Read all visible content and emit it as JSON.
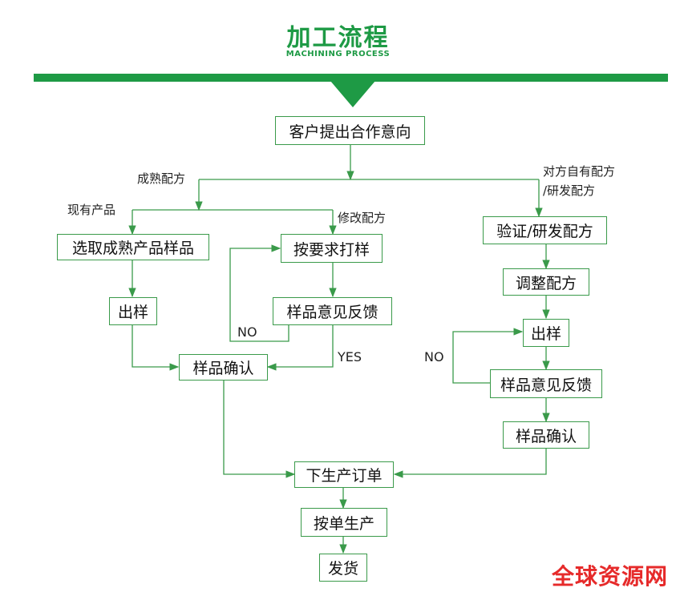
{
  "header": {
    "title": "加工流程",
    "subtitle": "MACHINING PROCESS"
  },
  "nodes": {
    "client_intent": "客户提出合作意向",
    "select_product": "选取成熟产品样品",
    "sample_as_required": "按要求打样",
    "verify_develop": "验证/研发配方",
    "left_sample": "出样",
    "feedback_mid": "样品意见反馈",
    "adjust_formula": "调整配方",
    "right_sample": "出样",
    "confirm_left": "样品确认",
    "feedback_right": "样品意见反馈",
    "confirm_right": "样品确认",
    "place_order": "下生产订单",
    "produce": "按单生产",
    "ship": "发货"
  },
  "edge_labels": {
    "mature_formula": "成熟配方",
    "existing_product": "现有产品",
    "modify_formula": "修改配方",
    "own_formula_line1": "对方自有配方",
    "own_formula_line2": "/研发配方",
    "no_mid": "NO",
    "yes_mid": "YES",
    "no_right": "NO"
  },
  "watermark": "全球资源网",
  "colors": {
    "brand_green": "#1e9a45",
    "line_green": "#3a9a4a",
    "watermark_red": "#e62a2a"
  }
}
